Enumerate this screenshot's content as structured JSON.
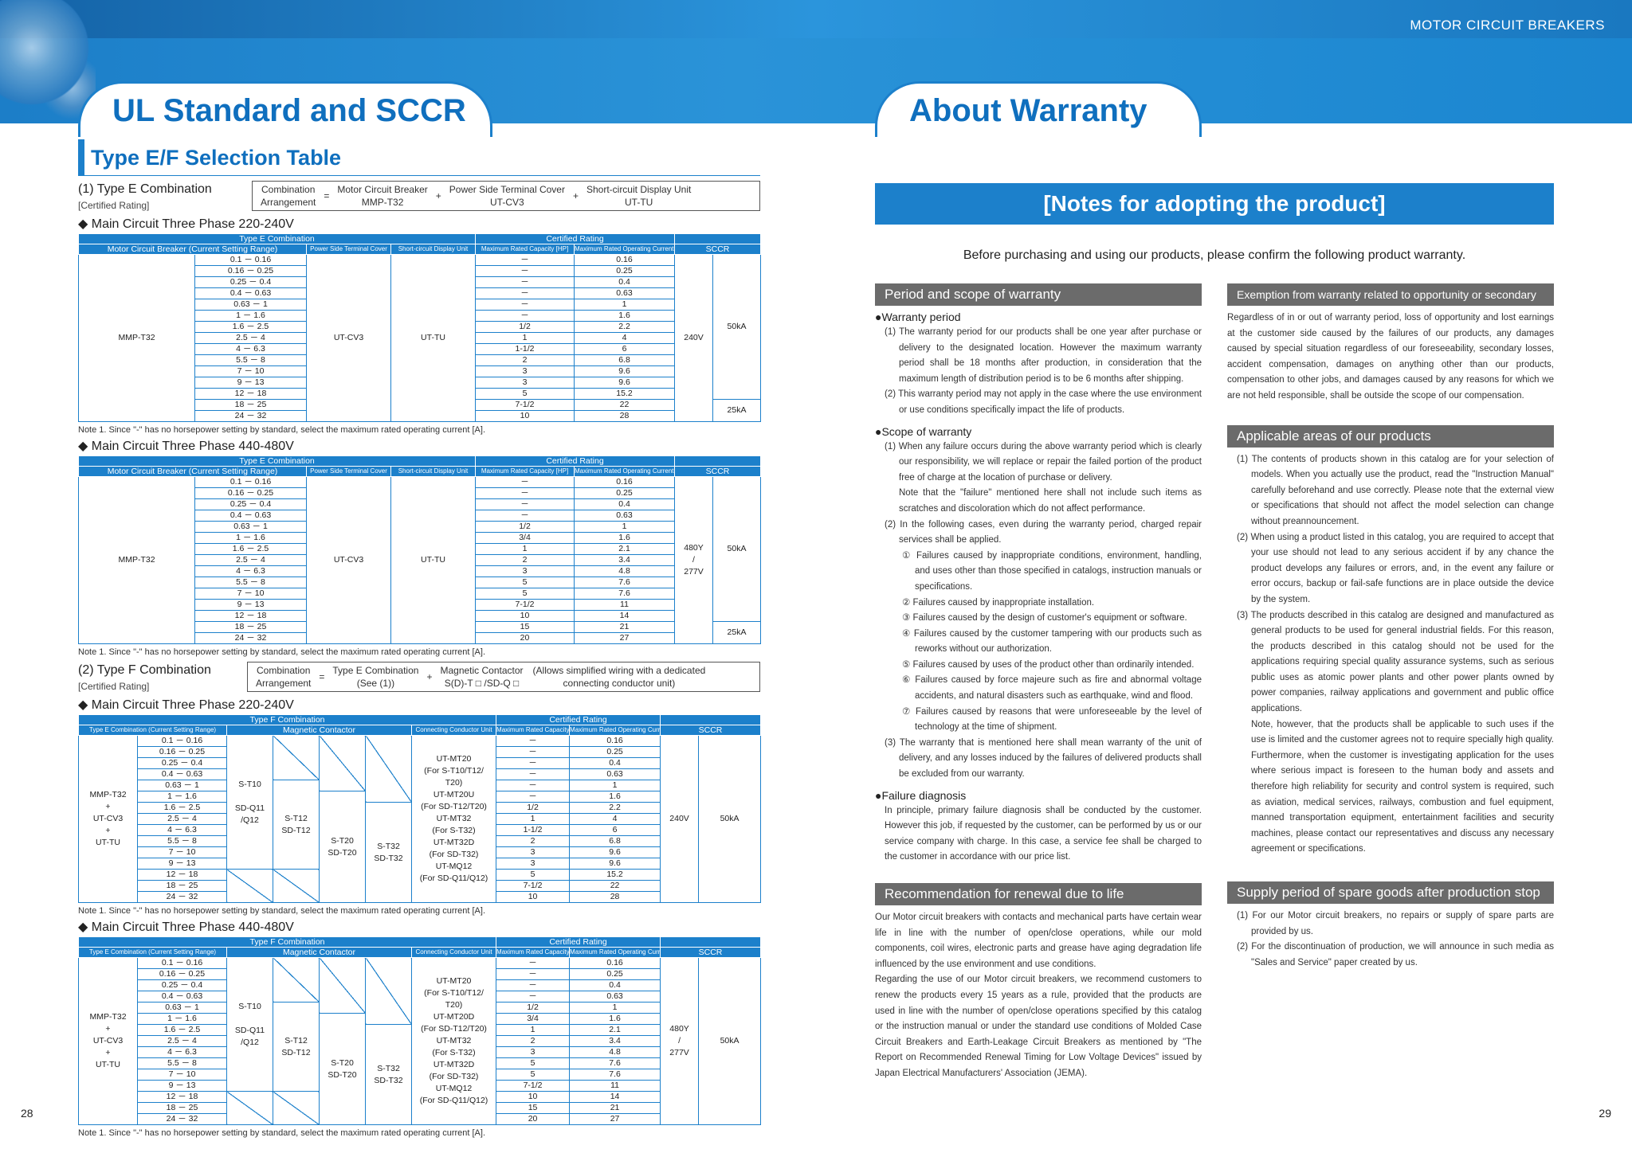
{
  "header": {
    "series": "MOTOR CIRCUIT BREAKERS",
    "left_title": "UL Standard and SCCR",
    "right_title": "About Warranty",
    "page_left": "28",
    "page_right": "29"
  },
  "left": {
    "section_title": "Type E/F Selection Table",
    "e": {
      "heading": "(1) Type E Combination",
      "certified": "[Certified Rating]",
      "formula": {
        "lhs": "Combination\nArrangement",
        "eq": "=",
        "mcb": "Motor Circuit Breaker\nMMP-T32",
        "plus1": "+",
        "cover": "Power Side Terminal Cover\nUT-CV3",
        "plus2": "+",
        "display": "Short-circuit Display Unit\nUT-TU"
      },
      "phase1": "◆ Main Circuit Three Phase 220-240V",
      "phase2": "◆ Main Circuit Three Phase 440-480V",
      "th_group1": "Type E Combination",
      "th_group2": "Certified Rating",
      "th_mcb": "Motor Circuit Breaker (Current Setting Range)",
      "th_cover": "Power Side Terminal Cover",
      "th_disp": "Short-circuit Display Unit",
      "th_hp": "Maximum Rated Capacity [HP]",
      "th_cur": "Maximum Rated Operating Current [A]",
      "th_sccr": "SCCR",
      "model": "MMP-T32",
      "cover": "UT-CV3",
      "disp": "UT-TU",
      "ranges": [
        "0.1 － 0.16",
        "0.16 － 0.25",
        "0.25 － 0.4",
        "0.4 － 0.63",
        "0.63 － 1",
        "1 － 1.6",
        "1.6 － 2.5",
        "2.5 － 4",
        "4 － 6.3",
        "5.5 － 8",
        "7 － 10",
        "9 － 13",
        "12 － 18",
        "18 － 25",
        "24 － 32"
      ],
      "hp_240": [
        "－",
        "－",
        "－",
        "－",
        "－",
        "－",
        "1/2",
        "1",
        "1-1/2",
        "2",
        "3",
        "3",
        "5",
        "7-1/2",
        "10"
      ],
      "cur_240": [
        "0.16",
        "0.25",
        "0.4",
        "0.63",
        "1",
        "1.6",
        "2.2",
        "4",
        "6",
        "6.8",
        "9.6",
        "9.6",
        "15.2",
        "22",
        "28"
      ],
      "volt_240": "240V",
      "hp_480": [
        "－",
        "－",
        "－",
        "－",
        "1/2",
        "3/4",
        "1",
        "2",
        "3",
        "5",
        "5",
        "7-1/2",
        "10",
        "15",
        "20"
      ],
      "cur_480": [
        "0.16",
        "0.25",
        "0.4",
        "0.63",
        "1",
        "1.6",
        "2.1",
        "3.4",
        "4.8",
        "7.6",
        "7.6",
        "11",
        "14",
        "21",
        "27"
      ],
      "volt_480": "480Y\n/\n277V",
      "sccr_a": "50kA",
      "sccr_b": "25kA",
      "note": "Note 1. Since \"-\" has no horsepower setting by standard, select the maximum rated operating current [A]."
    },
    "f": {
      "heading": "(2) Type F Combination",
      "certified": "[Certified Rating]",
      "formula": {
        "lhs": "Combination\nArrangement",
        "eq": "=",
        "e": "Type E Combination\n(See (1))",
        "plus": "+",
        "mc": "Magnetic Contactor\nS(D)-T □ /SD-Q □",
        "paren": "(Allows simplified wiring with a dedicated\nconnecting conductor unit)"
      },
      "phase1": "◆ Main Circuit Three Phase 220-240V",
      "phase2": "◆ Main Circuit Three Phase 440-480V",
      "th_group1": "Type F Combination",
      "th_group2": "Certified Rating",
      "th_e": "Type E Combination (Current Setting Range)",
      "th_mc": "Magnetic Contactor",
      "th_conn": "Connecting Conductor Unit",
      "th_hp": "Maximum Rated Capacity [HP]",
      "th_cur": "Maximum Rated Operating Current [A]",
      "th_sccr": "SCCR",
      "combo": "MMP-T32\n+\nUT-CV3\n+\nUT-TU",
      "mc1": "S-T10\n\nSD-Q11\n/Q12",
      "mc2": "S-T12\nSD-T12",
      "mc3": "S-T20\nSD-T20",
      "mc4": "S-T32\nSD-T32",
      "conn_240": "UT-MT20\n(For S-T10/T12/\nT20)\nUT-MT20U\n(For SD-T12/T20)\nUT-MT32\n(For S-T32)\nUT-MT32D\n(For SD-T32)\nUT-MQ12\n(For SD-Q11/Q12)",
      "conn_480": "UT-MT20\n(For S-T10/T12/\nT20)\nUT-MT20D\n(For SD-T12/T20)\nUT-MT32\n(For S-T32)\nUT-MT32D\n(For SD-T32)\nUT-MQ12\n(For SD-Q11/Q12)",
      "volt_240": "240V",
      "volt_480": "480Y\n/\n277V",
      "sccr": "50kA",
      "note": "Note 1. Since \"-\" has no horsepower setting by standard, select the maximum rated operating current [A]."
    }
  },
  "right": {
    "notes_title": "[Notes for adopting the product]",
    "intro": "Before purchasing and using our products, please confirm the following product warranty.",
    "period": {
      "title": "Period and scope of warranty",
      "wp_head": "●Warranty period",
      "wp1": "(1) The warranty period for our products shall be one year after purchase or delivery to the designated location. However the maximum warranty period shall be 18 months after production, in consideration that the maximum length of distribution period is to be 6 months after shipping.",
      "wp2": "(2) This warranty period may not apply in the case where the use environment or use conditions specifically impact the life of products.",
      "sw_head": "●Scope of warranty",
      "sw1": "(1) When any failure occurs during the above warranty period which is clearly our responsibility, we will replace or repair the failed portion of the product free of charge at the location of purchase or delivery.",
      "sw1b": "Note that the \"failure\" mentioned here shall not include such items as scratches and discoloration which do not affect performance.",
      "sw2": "(2) In the following cases, even during the warranty period, charged repair services shall be applied.",
      "c1": "① Failures caused by inappropriate conditions, environment, handling, and uses other than those specified in catalogs, instruction manuals or specifications.",
      "c2": "② Failures caused by inappropriate installation.",
      "c3": "③ Failures caused by the design of customer's equipment or software.",
      "c4": "④ Failures caused by the customer tampering with our products such as reworks without our authorization.",
      "c5": "⑤ Failures caused by uses of the product other than ordinarily intended.",
      "c6": "⑥ Failures caused by force majeure such as fire and abnormal voltage accidents, and natural disasters such as earthquake, wind and flood.",
      "c7": "⑦ Failures caused by reasons that were unforeseeable by the level of technology at the time of shipment.",
      "sw3": "(3) The warranty that is mentioned here shall mean warranty of the unit of delivery, and any losses induced by the failures of delivered products shall be excluded from our warranty.",
      "fd_head": "●Failure diagnosis",
      "fd": "In principle, primary failure diagnosis shall be conducted by the customer. However this job, if requested by the customer, can be performed by us or our service company with charge. In this case, a service fee shall be charged to the customer in accordance with our price list."
    },
    "renewal": {
      "title": "Recommendation for renewal due to life",
      "p1": "Our Motor circuit breakers with contacts and mechanical parts have certain wear life in line with the number of open/close operations, while our mold components, coil wires, electronic parts and grease have aging degradation life influenced by the use environment and use conditions.",
      "p2": "Regarding the use of our Motor circuit breakers, we recommend customers to renew the products every 15 years as a rule, provided that the products are used in line with the number of open/close operations specified by this catalog or the instruction manual or under the standard use conditions of Molded Case Circuit Breakers and Earth-Leakage Circuit Breakers as mentioned by \"The Report on Recommended Renewal Timing for Low Voltage Devices\" issued by Japan Electrical Manufacturers' Association (JEMA)."
    },
    "exemption": {
      "title": "Exemption from warranty related to opportunity or secondary losses.",
      "p": "Regardless of in or out of warranty period, loss of opportunity and lost earnings at the customer side caused by the failures of our products, any damages caused by special situation regardless of our foreseeability, secondary losses, accident compensation, damages on anything other than our products, compensation to other jobs, and damages caused by any reasons for which we are not held responsible, shall be outside the scope of our compensation."
    },
    "areas": {
      "title": "Applicable areas of our products",
      "p1": "(1) The contents of products shown in this catalog are for your selection of models. When you actually use the product, read the \"Instruction Manual\" carefully beforehand and use correctly. Please note that the external view or specifications that should not affect the model selection can change without preannouncement.",
      "p2": "(2) When using a product listed in this catalog, you are required to accept that your use should not lead to any serious accident if by any chance the product develops any failures or errors, and, in the event any failure or error occurs, backup or fail-safe functions are in place outside the device by the system.",
      "p3": "(3) The products described in this catalog are designed and manufactured as general products to be used for general industrial fields. For this reason, the products described in this catalog should not be used for the applications requiring special quality assurance systems, such as serious public uses as atomic power plants and other power plants owned by power companies, railway applications and government and public office applications.",
      "p3b": "Note, however, that the products shall be applicable to such uses if the use is limited and the customer agrees not to require specially high quality. Furthermore, when the customer is investigating application for the uses where serious impact is foreseen to the human body and assets and therefore high reliability for security and control system is required, such as aviation, medical services, railways, combustion and fuel equipment, manned transportation equipment, entertainment facilities and security machines, please contact our representatives and discuss any necessary agreement or specifications."
    },
    "supply": {
      "title": "Supply period of spare goods after production stop",
      "p1": "(1) For our Motor circuit breakers, no repairs or supply of spare parts are provided by us.",
      "p2": "(2) For the discontinuation of production, we will announce in such media as \"Sales and Service\" paper created by us."
    }
  }
}
